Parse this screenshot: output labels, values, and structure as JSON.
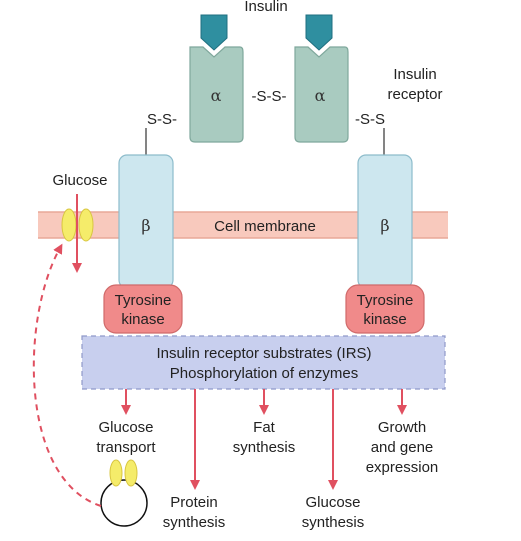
{
  "labels": {
    "insulin": "Insulin",
    "insulin_receptor_line1": "Insulin",
    "insulin_receptor_line2": "receptor",
    "alpha": "α",
    "beta": "β",
    "disulfide_center": "-S-S-",
    "disulfide_left": "S-S-",
    "disulfide_right": "-S-S",
    "glucose": "Glucose",
    "cell_membrane": "Cell membrane",
    "tyrosine_kinase_line1": "Tyrosine",
    "tyrosine_kinase_line2": "kinase",
    "irs_line1": "Insulin receptor substrates (IRS)",
    "irs_line2": "Phosphorylation of enzymes",
    "glucose_transport_line1": "Glucose",
    "glucose_transport_line2": "transport",
    "fat_synthesis_line1": "Fat",
    "fat_synthesis_line2": "synthesis",
    "growth_line1": "Growth",
    "growth_line2": "and gene",
    "growth_line3": "expression",
    "protein_synthesis_line1": "Protein",
    "protein_synthesis_line2": "synthesis",
    "glucose_synthesis_line1": "Glucose",
    "glucose_synthesis_line2": "synthesis"
  },
  "colors": {
    "insulin": "#2f8fa0",
    "alpha_subunit": "#a9cbc0",
    "beta_subunit": "#cde7ef",
    "membrane": "#f8c9bd",
    "tyrosine_kinase": "#f08a8a",
    "irs_box": "#c8cfee",
    "arrow": "#e05060",
    "glucose_channel": "#f5ec6a"
  }
}
